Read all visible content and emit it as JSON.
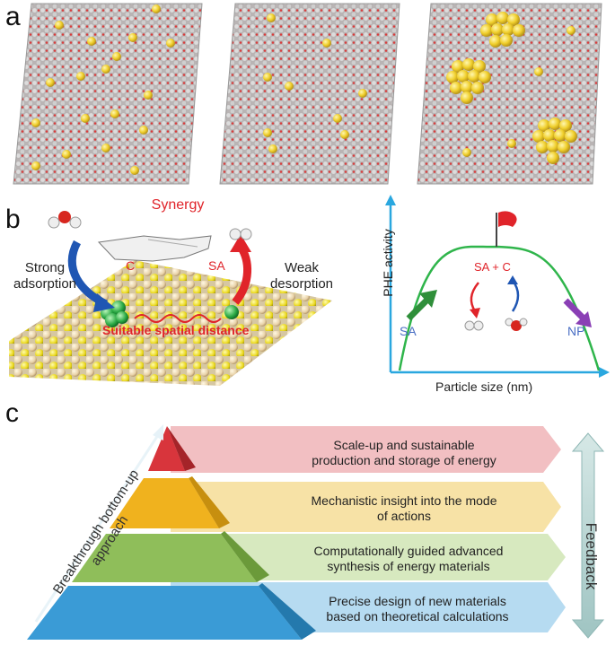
{
  "panels": {
    "a_label": "a",
    "b_label": "b",
    "c_label": "c"
  },
  "panel_b": {
    "synergy": "Synergy",
    "c": "C",
    "sa": "SA",
    "strong_adsorption": "Strong adsorption",
    "weak_desorption": "Weak desorption",
    "suitable_distance": "Suitable spatial distance",
    "chart": {
      "ylabel": "PHE activity",
      "xlabel": "Particle size (nm)",
      "sa": "SA",
      "np": "NP",
      "sa_c": "SA + C"
    }
  },
  "panel_c": {
    "left_text": "Breakthrough bottom-up approach",
    "right_text": "Feedback",
    "levels": [
      {
        "line1": "Scale-up and sustainable",
        "line2": "production and storage of energy",
        "color": "#e8474f",
        "band": "#f2bfc2"
      },
      {
        "line1": "Mechanistic insight into the mode",
        "line2": "of actions",
        "color": "#f0b21e",
        "band": "#f7e2a6"
      },
      {
        "line1": "Computationally guided advanced",
        "line2": "synthesis of energy materials",
        "color": "#8fbe5a",
        "band": "#d7e9bf"
      },
      {
        "line1": "Precise design of new materials",
        "line2": "based on theoretical calculations",
        "color": "#3a9bd6",
        "band": "#b6dbf1"
      }
    ]
  },
  "colors": {
    "gold": "#f2d23a",
    "red_arrow": "#e0242a",
    "blue_arrow": "#1f56b3",
    "green_curve": "#2fb54b",
    "axis": "#2aa7df"
  }
}
